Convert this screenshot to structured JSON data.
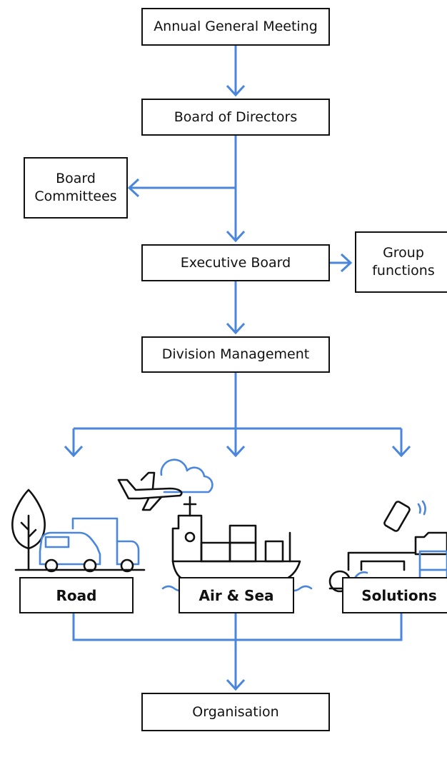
{
  "diagram": {
    "nodes": {
      "agm": "Annual General Meeting",
      "board": "Board of Directors",
      "committees": "Board\nCommittees",
      "executive": "Executive Board",
      "group": "Group\nfunctions",
      "division": "Division Management",
      "road": "Road",
      "airsea": "Air & Sea",
      "solutions": "Solutions",
      "organisation": "Organisation"
    },
    "colors": {
      "connector": "#4a86db",
      "box_border": "#111111",
      "illustration_accent": "#4a86db"
    },
    "icons": [
      "airplane-icon",
      "cloud-icon",
      "tree-icon",
      "van-icon",
      "truck-icon",
      "cargo-ship-icon",
      "smartphone-icon",
      "folder-icon",
      "warehouse-icon"
    ]
  }
}
